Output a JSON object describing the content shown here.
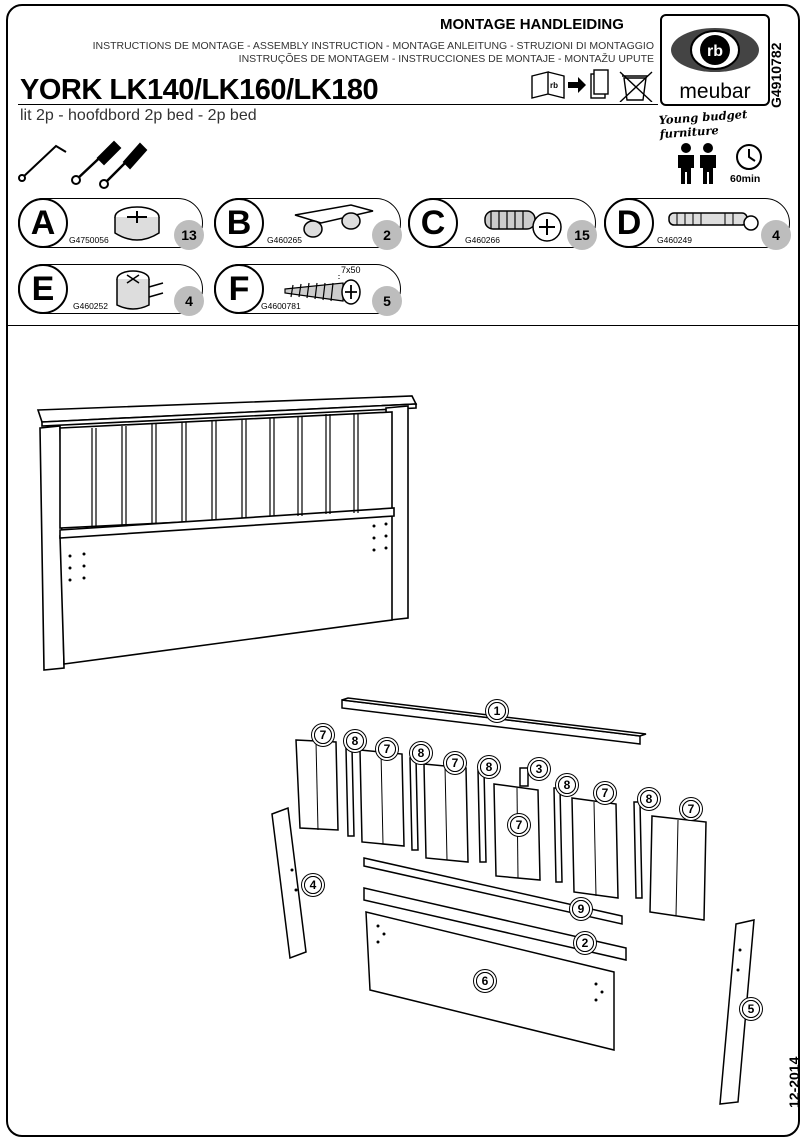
{
  "header": {
    "title": "MONTAGE HANDLEIDING",
    "languages_line1": "INSTRUCTIONS DE MONTAGE - ASSEMBLY INSTRUCTION - MONTAGE ANLEITUNG - STRUZIONI DI MONTAGGIO",
    "languages_line2": "INSTRUÇÕES DE MONTAGEM - INSTRUCCIONES DE MONTAJE - MONTAŽU UPUTE",
    "model": "YORK LK140/LK160/LK180",
    "subtitle": "lit 2p - hoofdbord 2p bed - 2p bed",
    "document_code": "G4910782",
    "date": "12-2014"
  },
  "brand": {
    "name": "meubar",
    "monogram": "rb",
    "tagline": "Young budget furniture"
  },
  "info": {
    "persons_icon": "two-persons-icon",
    "time_label": "60min"
  },
  "parts": [
    {
      "letter": "A",
      "code": "G4750056",
      "qty": "13",
      "icon": "cam-lock-icon"
    },
    {
      "letter": "B",
      "code": "G460265",
      "qty": "2",
      "icon": "connector-icon"
    },
    {
      "letter": "C",
      "code": "G460266",
      "qty": "15",
      "icon": "cam-bolt-icon"
    },
    {
      "letter": "D",
      "code": "G460249",
      "qty": "4",
      "icon": "dowel-bolt-icon"
    },
    {
      "letter": "E",
      "code": "G460252",
      "qty": "4",
      "icon": "corner-fitting-icon"
    },
    {
      "letter": "F",
      "code": "G4600781",
      "qty": "5",
      "icon": "screw-icon",
      "size": "7x50"
    }
  ],
  "callouts": [
    "1",
    "7",
    "8",
    "7",
    "8",
    "7",
    "8",
    "3",
    "8",
    "7",
    "8",
    "7",
    "7",
    "4",
    "9",
    "2",
    "6",
    "5"
  ],
  "colors": {
    "qty_badge": "#bdbdbd",
    "line": "#000000"
  }
}
